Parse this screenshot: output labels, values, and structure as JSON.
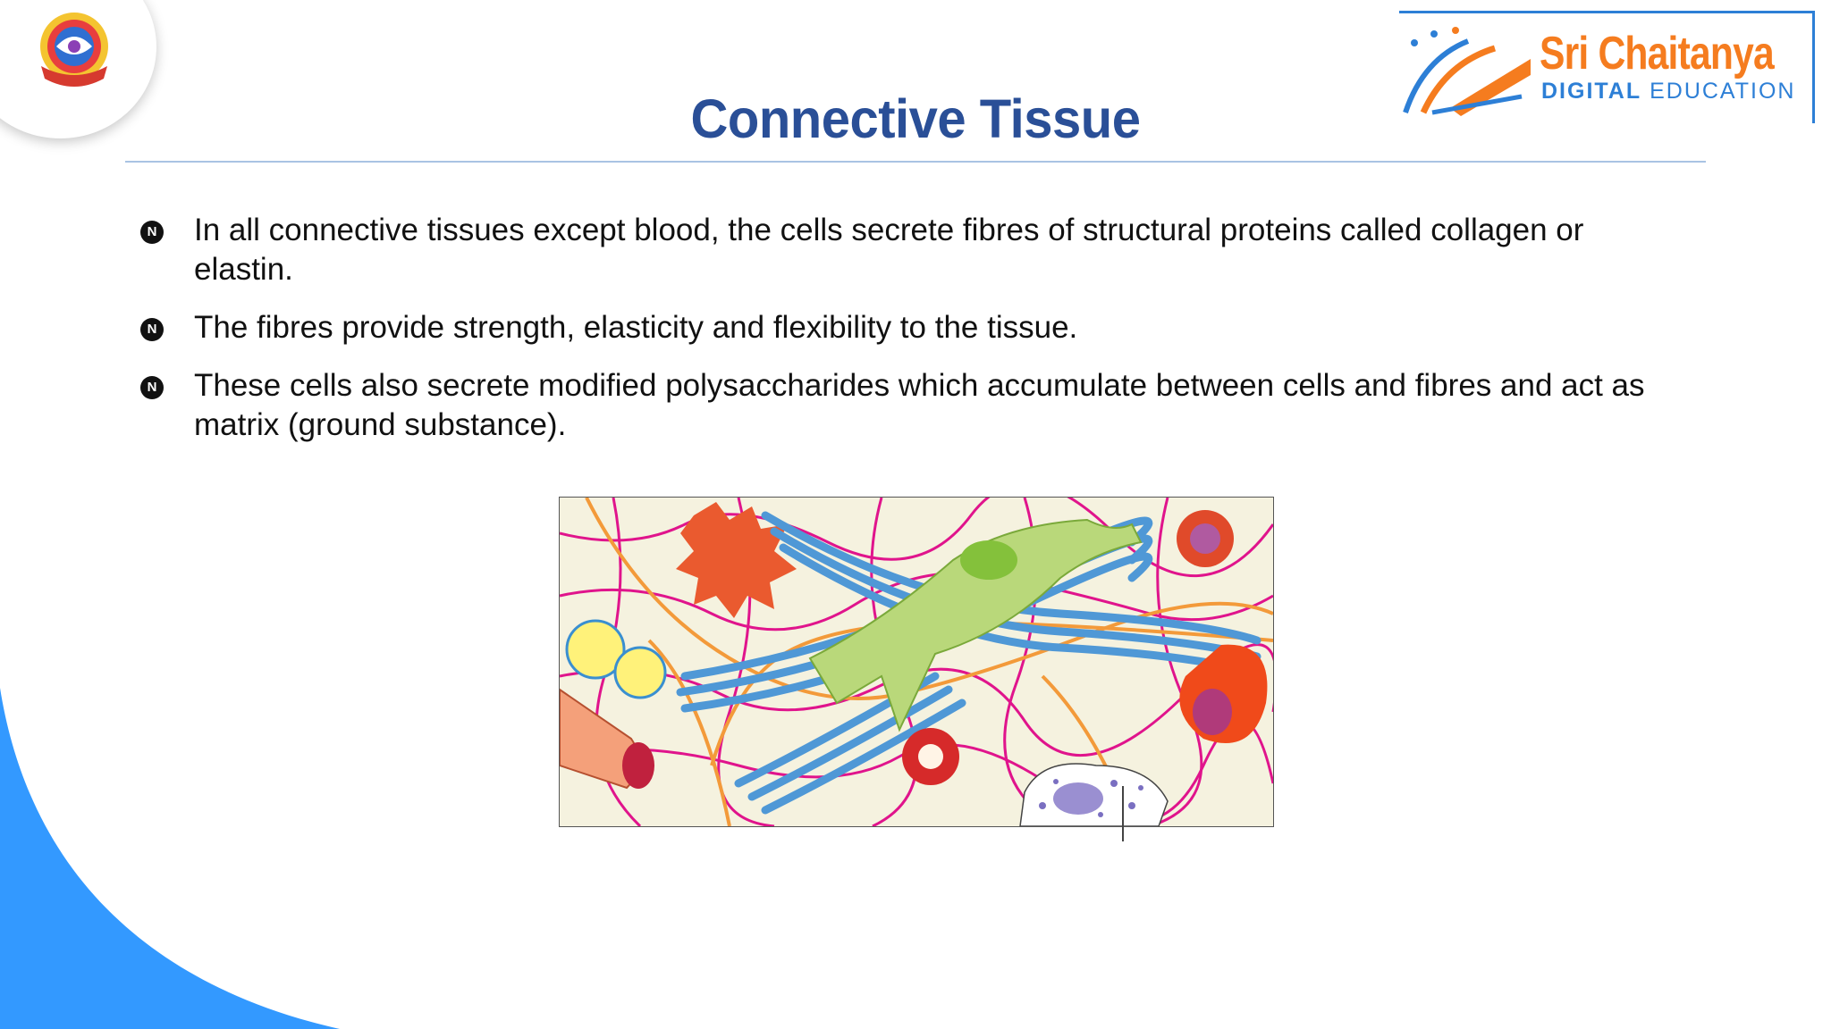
{
  "brand": {
    "name": "Sri Chaitanya",
    "sub_strong": "DIGITAL",
    "sub_light": " EDUCATION",
    "colors": {
      "orange": "#f57c1f",
      "blue": "#2d7fd6"
    }
  },
  "slide": {
    "title": "Connective Tissue",
    "bullets": [
      "In all connective tissues except blood, the cells secrete fibres of structural proteins called collagen or elastin.",
      "The fibres provide strength, elasticity and flexibility to the tissue.",
      "These cells also secrete modified polysaccharides which accumulate between cells and fibres and act as matrix (ground substance)."
    ],
    "bullet_icon": "N"
  },
  "colors": {
    "title": "#2a4f97",
    "accent_blue": "#3399ff"
  }
}
